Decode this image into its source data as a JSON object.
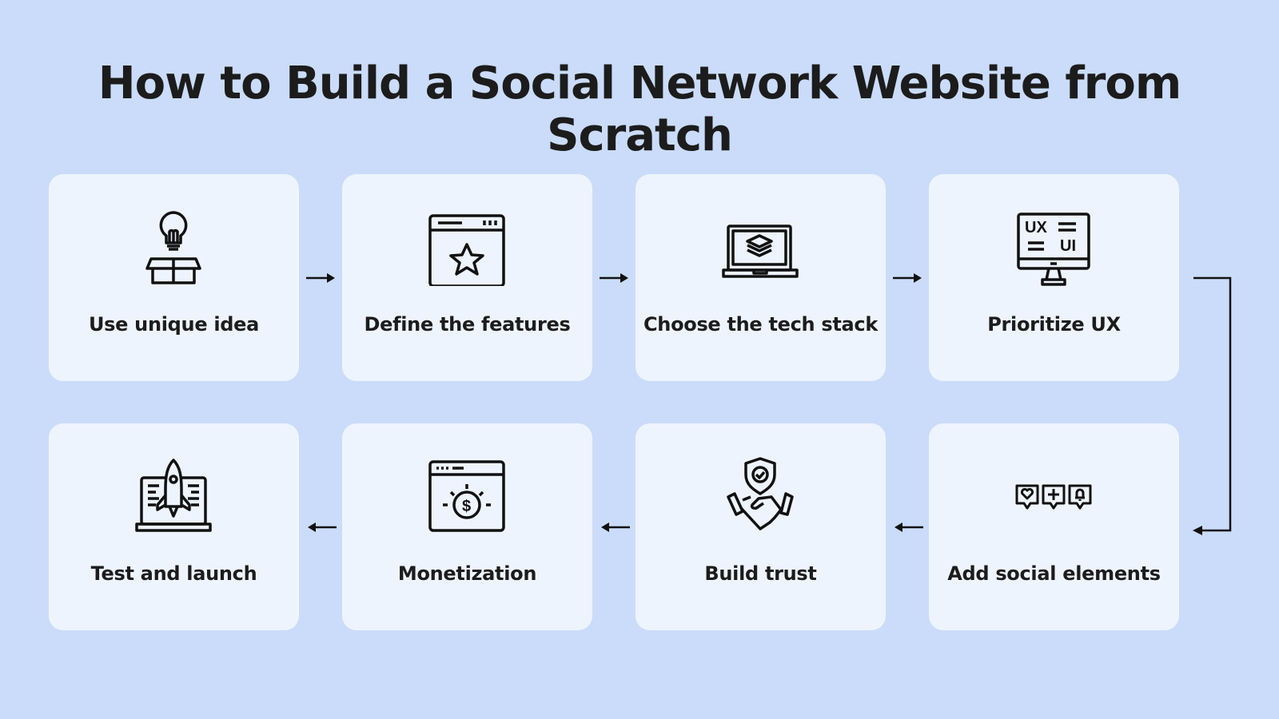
{
  "title": "How to Build a Social Network Website from Scratch",
  "steps": [
    {
      "label": "Use unique idea",
      "icon": "lightbulb-box-icon"
    },
    {
      "label": "Define the features",
      "icon": "browser-star-icon"
    },
    {
      "label": "Choose the tech stack",
      "icon": "laptop-layers-icon"
    },
    {
      "label": "Prioritize UX",
      "icon": "monitor-ux-ui-icon"
    },
    {
      "label": "Add social elements",
      "icon": "social-badges-icon"
    },
    {
      "label": "Build trust",
      "icon": "handshake-shield-icon"
    },
    {
      "label": "Monetization",
      "icon": "browser-dollar-icon"
    },
    {
      "label": "Test and launch",
      "icon": "laptop-rocket-icon"
    }
  ]
}
